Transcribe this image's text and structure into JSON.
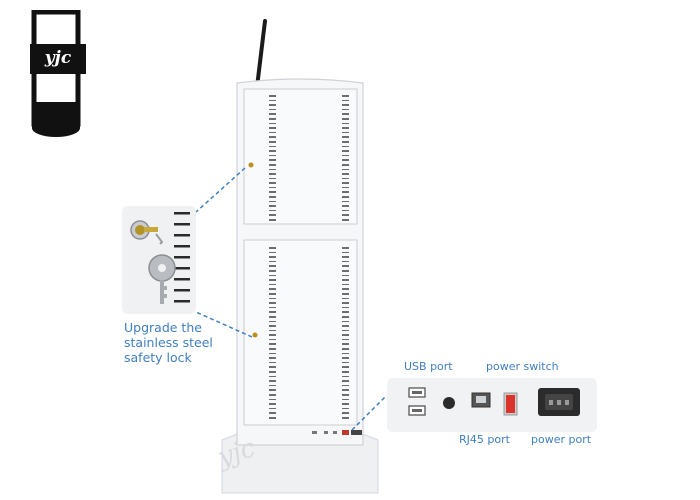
{
  "logo": {
    "text": "yjc"
  },
  "lock_callout": {
    "lines": [
      "Upgrade the",
      "stainless steel",
      "safety lock"
    ]
  },
  "ports": {
    "usb": "USB port",
    "power_switch": "power switch",
    "rj45": "RJ45 port",
    "power_port": "power port"
  },
  "watermark": "yjc",
  "colors": {
    "callout_text": "#3f7fc2",
    "kiosk_body": "#f6f7f9",
    "switch_red": "#d9332b"
  }
}
